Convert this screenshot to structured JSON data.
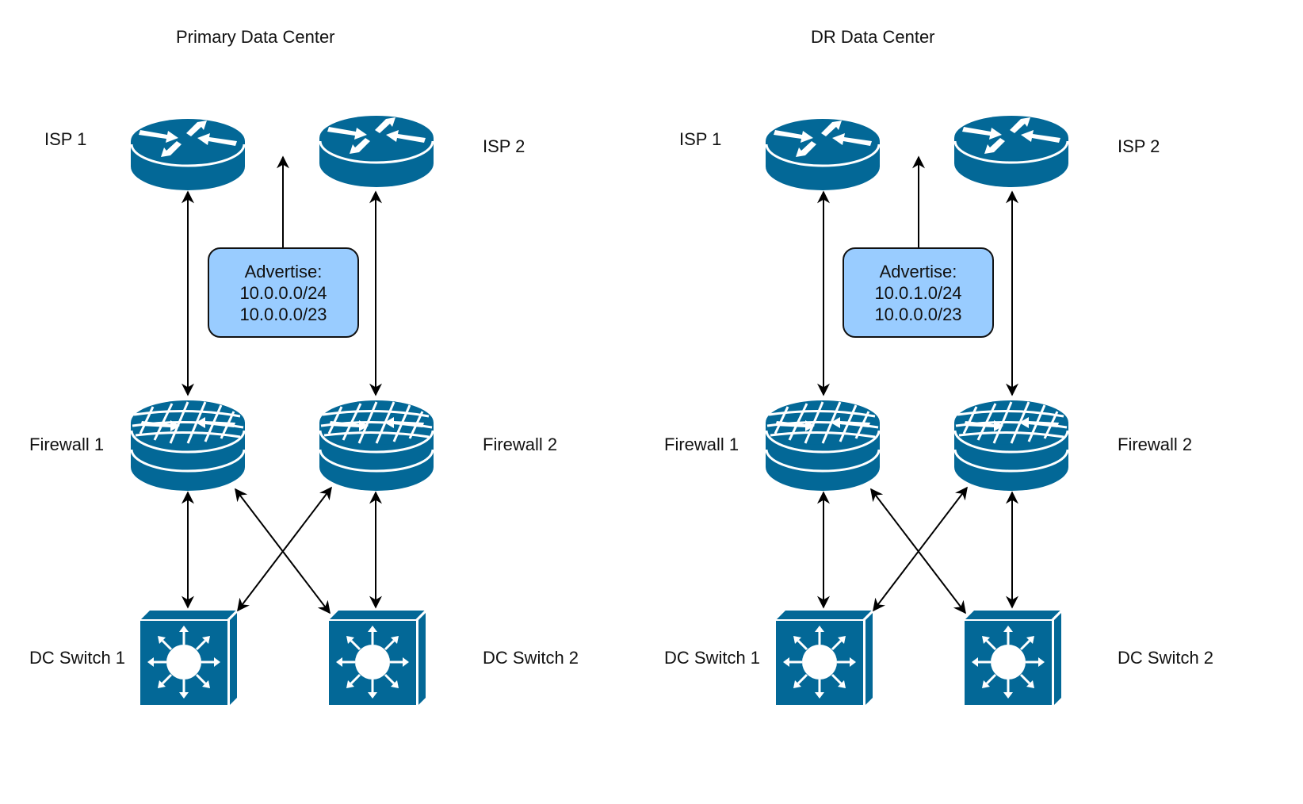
{
  "colors": {
    "device": "#036897",
    "device_highlight": "#ffffff",
    "callout_fill": "#99ccff",
    "line": "#000000"
  },
  "sites": [
    {
      "title": "Primary Data Center",
      "isp1": {
        "label": "ISP 1",
        "icon": "router-icon"
      },
      "isp2": {
        "label": "ISP 2",
        "icon": "router-icon"
      },
      "firewall1": {
        "label": "Firewall 1",
        "icon": "firewall-icon"
      },
      "firewall2": {
        "label": "Firewall 2",
        "icon": "firewall-icon"
      },
      "switch1": {
        "label": "DC Switch 1",
        "icon": "layer3-switch-icon"
      },
      "switch2": {
        "label": "DC Switch 2",
        "icon": "layer3-switch-icon"
      },
      "advertise": {
        "heading": "Advertise:",
        "routes": [
          "10.0.0.0/24",
          "10.0.0.0/23"
        ]
      }
    },
    {
      "title": "DR Data Center",
      "isp1": {
        "label": "ISP 1",
        "icon": "router-icon"
      },
      "isp2": {
        "label": "ISP 2",
        "icon": "router-icon"
      },
      "firewall1": {
        "label": "Firewall 1",
        "icon": "firewall-icon"
      },
      "firewall2": {
        "label": "Firewall 2",
        "icon": "firewall-icon"
      },
      "switch1": {
        "label": "DC Switch 1",
        "icon": "layer3-switch-icon"
      },
      "switch2": {
        "label": "DC Switch 2",
        "icon": "layer3-switch-icon"
      },
      "advertise": {
        "heading": "Advertise:",
        "routes": [
          "10.0.1.0/24",
          "10.0.0.0/23"
        ]
      }
    }
  ],
  "links": [
    {
      "from": "isp1",
      "to": "firewall1",
      "direction": "bidirectional"
    },
    {
      "from": "isp2",
      "to": "firewall2",
      "direction": "bidirectional"
    },
    {
      "from": "firewall1",
      "to": "switch1",
      "direction": "bidirectional"
    },
    {
      "from": "firewall2",
      "to": "switch2",
      "direction": "bidirectional"
    },
    {
      "from": "firewall1",
      "to": "switch2",
      "direction": "bidirectional"
    },
    {
      "from": "firewall2",
      "to": "switch1",
      "direction": "bidirectional"
    },
    {
      "from": "advertise",
      "to": "isps",
      "direction": "up"
    }
  ]
}
